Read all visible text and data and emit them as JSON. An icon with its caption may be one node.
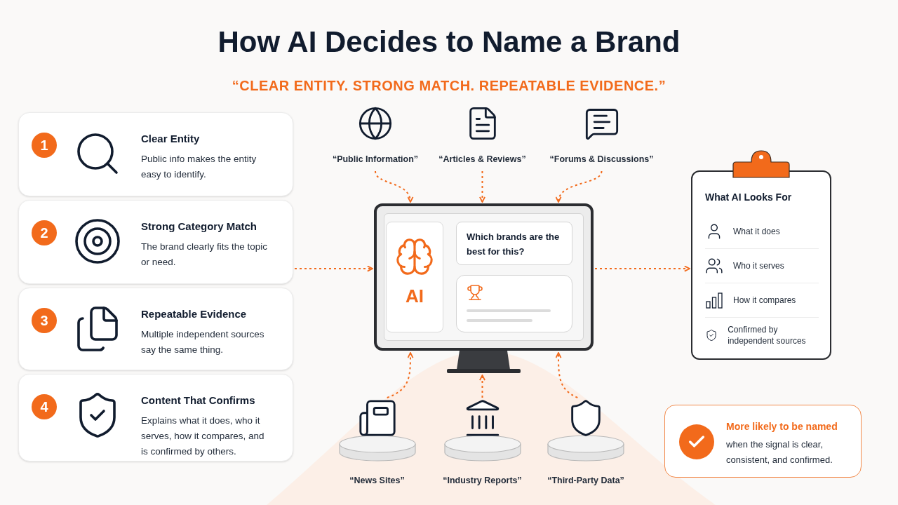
{
  "diagram": {
    "title": "How AI Decides to Name a Brand",
    "nodes": [
      {
        "text": [
          "1",
          "Clear Entity",
          "Public info makes the entity easy to identify."
        ]
      },
      {
        "text": [
          "2",
          "Strong Category Match",
          "The brand clearly fits the topic or need."
        ]
      },
      {
        "text": [
          "3",
          "Repeatable Evidence",
          "Multiple independent sources say the same thing."
        ]
      },
      {
        "text": [
          "4",
          "Content That Confirms",
          "Explains what it does, who it serves, how it compares, and is confirmed by others."
        ]
      },
      {
        "text": [
          "“Public Information”"
        ]
      },
      {
        "text": [
          "“Articles & Reviews”"
        ]
      },
      {
        "text": [
          "“Forums & Discussions”"
        ]
      },
      {
        "text": [],
        "shape": "box"
      },
      {
        "text": [
          "AI"
        ],
        "in": 7
      },
      {
        "text": [
          "Which brands are the best for this?"
        ],
        "in": 7
      },
      {
        "text": [],
        "shape": "box",
        "in": 7
      },
      {
        "text": [
          "“News Sites”"
        ]
      },
      {
        "text": [
          "“Industry Reports”"
        ]
      },
      {
        "text": [
          "“Third-Party Data”"
        ]
      },
      {
        "text": [
          "What AI Looks For",
          "What it does",
          "Who it serves",
          "How it compares",
          "Confirmed by independent sources"
        ]
      },
      {
        "text": [
          "More likely to be named",
          "when the signal is clear, consistent, and confirmed."
        ]
      }
    ],
    "edges": [
      {
        "from": 4,
        "to": 7,
        "arrow": "to",
        "style": "dashed"
      },
      {
        "from": 5,
        "to": 7,
        "arrow": "to",
        "style": "dashed"
      },
      {
        "from": 6,
        "to": 7,
        "arrow": "to",
        "style": "dashed"
      },
      {
        "from": 11,
        "to": 7,
        "arrow": "to",
        "style": "dashed"
      },
      {
        "from": 12,
        "to": 7,
        "arrow": "to",
        "style": "dashed"
      },
      {
        "from": 13,
        "to": 7,
        "arrow": "to",
        "style": "dashed"
      },
      {
        "from": 1,
        "to": 7,
        "arrow": "to",
        "style": "dashed"
      },
      {
        "from": 7,
        "to": 14,
        "arrow": "to",
        "style": "dashed"
      }
    ],
    "labels": [
      "“CLEAR ENTITY. STRONG MATCH. REPEATABLE EVIDENCE.”"
    ]
  }
}
